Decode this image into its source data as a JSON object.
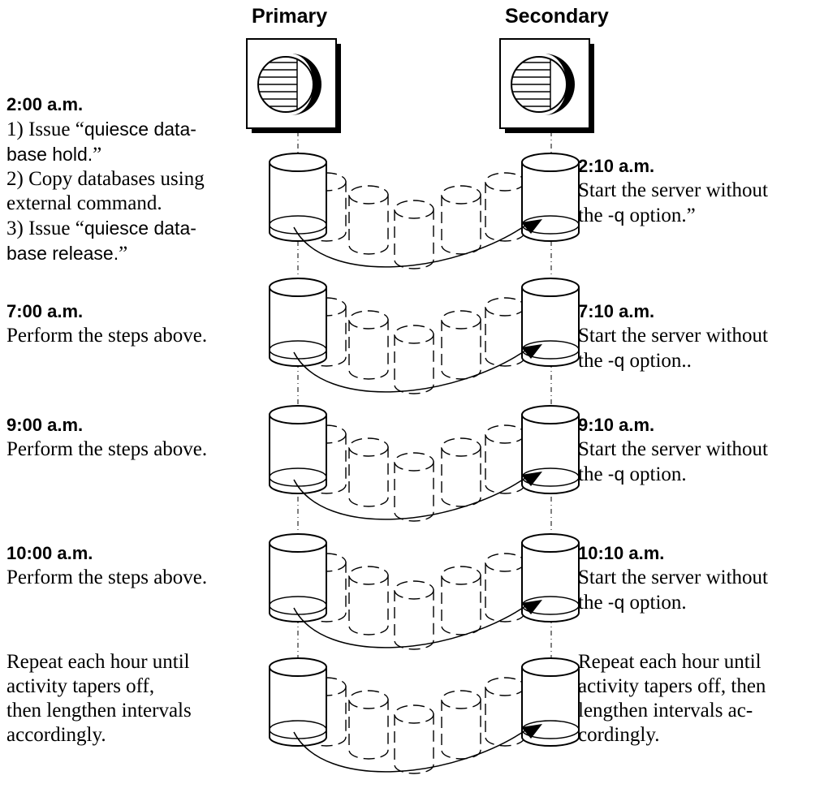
{
  "headers": {
    "primary": "Primary",
    "secondary": "Secondary"
  },
  "left_notes": [
    {
      "time": "2:00 a.m.",
      "lines": [
        [
          "1) Issue “",
          "quiesce data-",
          ""
        ],
        [
          "",
          "base hold.",
          "”"
        ],
        [
          "2) Copy databases using",
          "",
          ""
        ],
        [
          "external command.",
          "",
          ""
        ],
        [
          "3) Issue “",
          "quiesce data-",
          ""
        ],
        [
          "",
          "base release.",
          "”"
        ]
      ]
    },
    {
      "time": "7:00 a.m.",
      "lines": [
        [
          "Perform the steps above.",
          "",
          ""
        ]
      ]
    },
    {
      "time": "9:00 a.m.",
      "lines": [
        [
          "Perform the steps above.",
          "",
          ""
        ]
      ]
    },
    {
      "time": "10:00 a.m.",
      "lines": [
        [
          "Perform the steps above.",
          "",
          ""
        ]
      ]
    }
  ],
  "right_notes": [
    {
      "time": "2:10 a.m.",
      "line1": "Start the server without",
      "line2": [
        "the ",
        "-q",
        " option.”"
      ]
    },
    {
      "time": "7:10 a.m.",
      "line1": "Start the server without",
      "line2": [
        "the ",
        "-q",
        " option.."
      ]
    },
    {
      "time": "9:10 a.m.",
      "line1": "Start the server without",
      "line2": [
        "the ",
        "-q",
        " option."
      ]
    },
    {
      "time": "10:10 a.m.",
      "line1": "Start the server without",
      "line2": [
        "the ",
        "-q",
        " option."
      ]
    }
  ],
  "left_repeat": [
    "Repeat each hour until",
    "activity tapers off,",
    "then lengthen intervals",
    "accordingly."
  ],
  "right_repeat": [
    "Repeat each hour until",
    "activity tapers off, then",
    "lengthen intervals ac-",
    "cordingly."
  ],
  "icons": {
    "server": "server-disk-icon",
    "database": "database-cylinder-icon",
    "copy_arrow": "curved-arrow-icon"
  }
}
